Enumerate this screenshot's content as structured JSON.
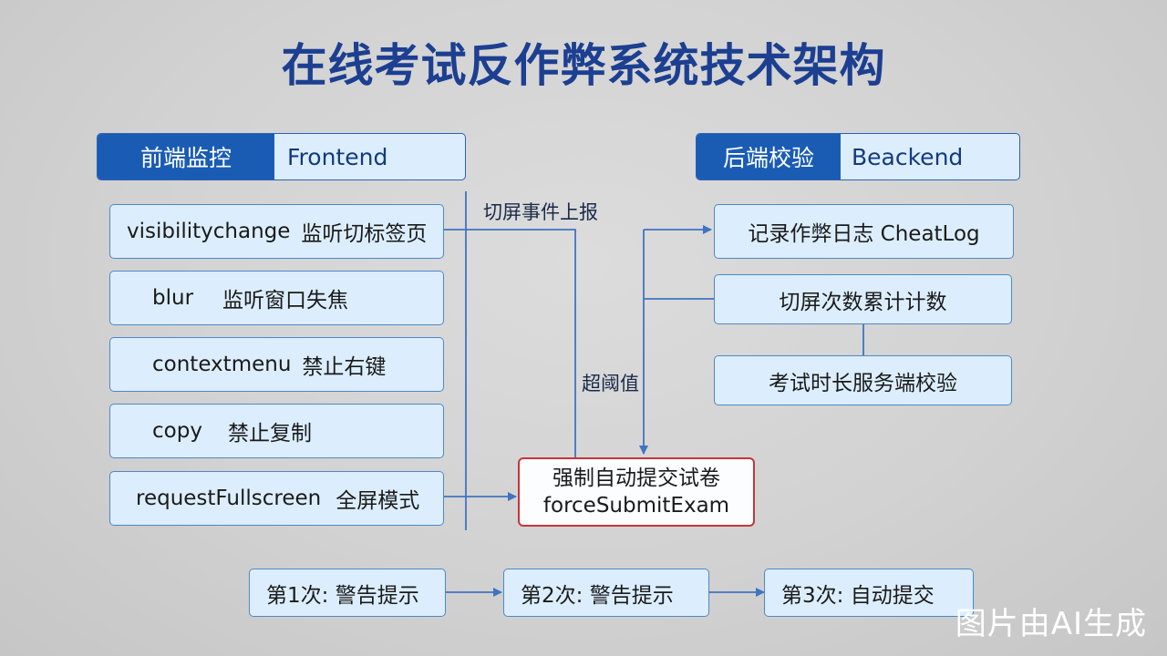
{
  "title": "在线考试反作弊系统技术架构",
  "frontend": {
    "header_cn": "前端监控",
    "header_en": "Frontend",
    "items": [
      {
        "api": "visibilitychange",
        "desc": "监听切标签页"
      },
      {
        "api": "blur",
        "desc": "监听窗口失焦"
      },
      {
        "api": "contextmenu",
        "desc": "禁止右键"
      },
      {
        "api": "copy",
        "desc": "禁止复制"
      },
      {
        "api": "requestFullscreen",
        "desc": "全屏模式"
      }
    ]
  },
  "backend": {
    "header_cn": "后端校验",
    "header_en": "Beackend",
    "items": [
      "记录作弊日志 CheatLog",
      "切屏次数累计计数",
      "考试时长服务端校验"
    ]
  },
  "labels": {
    "report": "切屏事件上报",
    "threshold": "超阈值"
  },
  "submit": {
    "line1": "强制自动提交试卷",
    "line2": "forceSubmitExam"
  },
  "steps": [
    "第1次: 警告提示",
    "第2次: 警告提示",
    "第3次: 自动提交"
  ],
  "watermark": "图片由AI生成",
  "colors": {
    "title": "#1c3f91",
    "header_fill": "#1a5cb4",
    "box_fill": "#dceefd",
    "box_border": "#4f86cc",
    "submit_border": "#c8343c",
    "arrow": "#3f74c2"
  }
}
